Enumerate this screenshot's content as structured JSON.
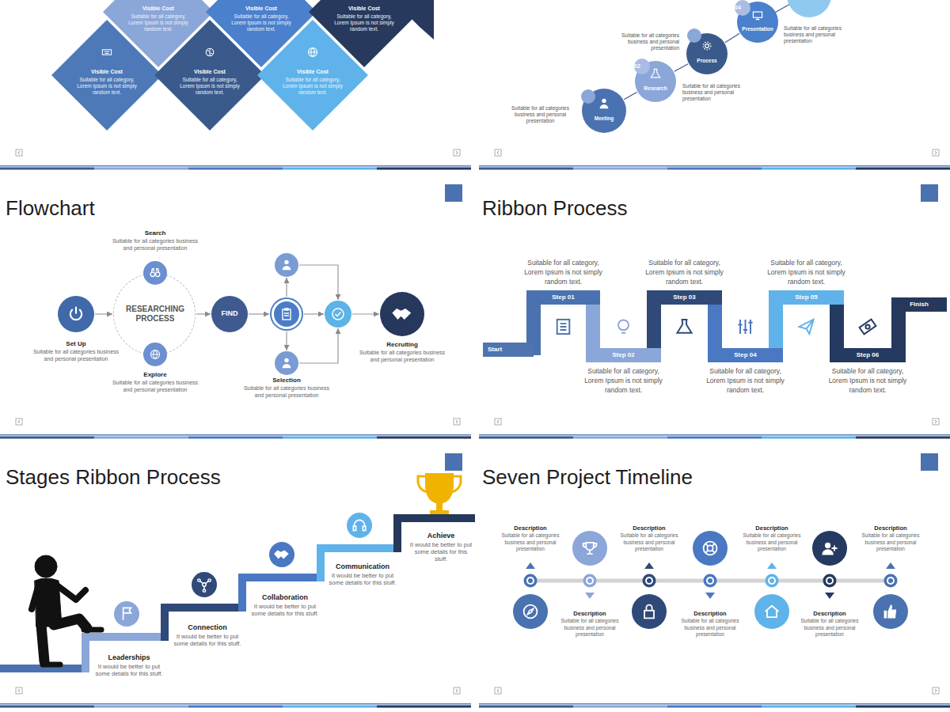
{
  "diagram": {
    "nodes": [
      {
        "text": [
          "Visible Cost",
          "Suitable for all category, Lorem Ipsum is not simply random text."
        ]
      },
      {
        "text": [
          "Visible Cost",
          "Suitable for all category, Lorem Ipsum is not simply random text."
        ]
      },
      {
        "text": [
          "Visible Cost",
          "Suitable for all category, Lorem Ipsum is not simply random text."
        ]
      },
      {
        "text": [
          "Visible Cost",
          "Suitable for all category, Lorem Ipsum is not simply random text."
        ]
      },
      {
        "text": [
          "Visible Cost",
          "Suitable for all category, Lorem Ipsum is not simply random text."
        ]
      },
      {
        "text": [
          "Visible Cost",
          "Suitable for all category, Lorem Ipsum is not simply random text."
        ]
      },
      {
        "text": [
          "Meeting",
          "Suitable for all categories business and personal presentation"
        ]
      },
      {
        "text": [
          "Research",
          "Suitable for all categories business and personal presentation"
        ]
      },
      {
        "text": [
          "Process",
          "Suitable for all categories business and personal presentation"
        ]
      },
      {
        "text": [
          "Presentation",
          "Suitable for all categories business and personal presentation"
        ]
      },
      {
        "text": [
          "Set Up",
          "Suitable for all categories business and personal presentation"
        ]
      },
      {
        "text": [
          "RESEARCHING PROCESS"
        ]
      },
      {
        "text": [
          "Search",
          "Suitable for all categories business and personal presentation"
        ]
      },
      {
        "text": [
          "Explore",
          "Suitable for all categories business and personal presentation"
        ]
      },
      {
        "text": [
          "FIND"
        ]
      },
      {
        "text": []
      },
      {
        "text": []
      },
      {
        "text": [
          "Selection",
          "Suitable for all categories business and personal presentation"
        ]
      },
      {
        "text": []
      },
      {
        "text": [
          "Recruiting",
          "Suitable for all categories business and personal presentation"
        ]
      },
      {
        "text": [
          "Start"
        ]
      },
      {
        "text": [
          "Step 01"
        ]
      },
      {
        "text": [
          "Step 02"
        ]
      },
      {
        "text": [
          "Step 03"
        ]
      },
      {
        "text": [
          "Step 04"
        ]
      },
      {
        "text": [
          "Step 05"
        ]
      },
      {
        "text": [
          "Step 06"
        ]
      },
      {
        "text": [
          "Finish"
        ]
      }
    ],
    "edges": [
      {
        "from": 6,
        "to": 7,
        "arrow": "none"
      },
      {
        "from": 7,
        "to": 8,
        "arrow": "none"
      },
      {
        "from": 8,
        "to": 9,
        "arrow": "none"
      },
      {
        "from": 10,
        "to": 11,
        "arrow": "to"
      },
      {
        "from": 11,
        "to": 14,
        "arrow": "to"
      },
      {
        "from": 14,
        "to": 15,
        "arrow": "to"
      },
      {
        "from": 15,
        "to": 16,
        "arrow": "to"
      },
      {
        "from": 15,
        "to": 17,
        "arrow": "to"
      },
      {
        "from": 15,
        "to": 18,
        "arrow": "to"
      },
      {
        "from": 16,
        "to": 18,
        "arrow": "to"
      },
      {
        "from": 17,
        "to": 18,
        "arrow": "to"
      },
      {
        "from": 18,
        "to": 19,
        "arrow": "to"
      }
    ],
    "labels": [
      "02",
      "04",
      "Flowchart",
      "Ribbon Process",
      "Suitable for all category, Lorem Ipsum is not simply random text.",
      "Suitable for all category, Lorem Ipsum is not simply random text.",
      "Suitable for all category, Lorem Ipsum is not simply random text.",
      "Suitable for all category, Lorem Ipsum is not simply random text.",
      "Suitable for all category, Lorem Ipsum is not simply random text.",
      "Suitable for all category, Lorem Ipsum is not simply random text.",
      "Stages Ribbon Process",
      "Seven Project Timeline",
      "Leaderships",
      "It would be better to put some details for this stuff.",
      "Connection",
      "It would be better to put some details for this stuff.",
      "Collaboration",
      "It would be better to put some details for this stuff.",
      "Communication",
      "It would be better to put some details for this stuff.",
      "Achieve",
      "It would be better to put some details for this stuff.",
      "Description",
      "Suitable for all categories business and personal presentation",
      "Description",
      "Suitable for all categories business and personal presentation",
      "Description",
      "Suitable for all categories business and personal presentation",
      "Description",
      "Suitable for all categories business and personal presentation",
      "Description",
      "Suitable for all categories business and personal presentation",
      "Description",
      "Suitable for all categories business and personal presentation",
      "Description",
      "Suitable for all categories business and personal presentation"
    ]
  }
}
